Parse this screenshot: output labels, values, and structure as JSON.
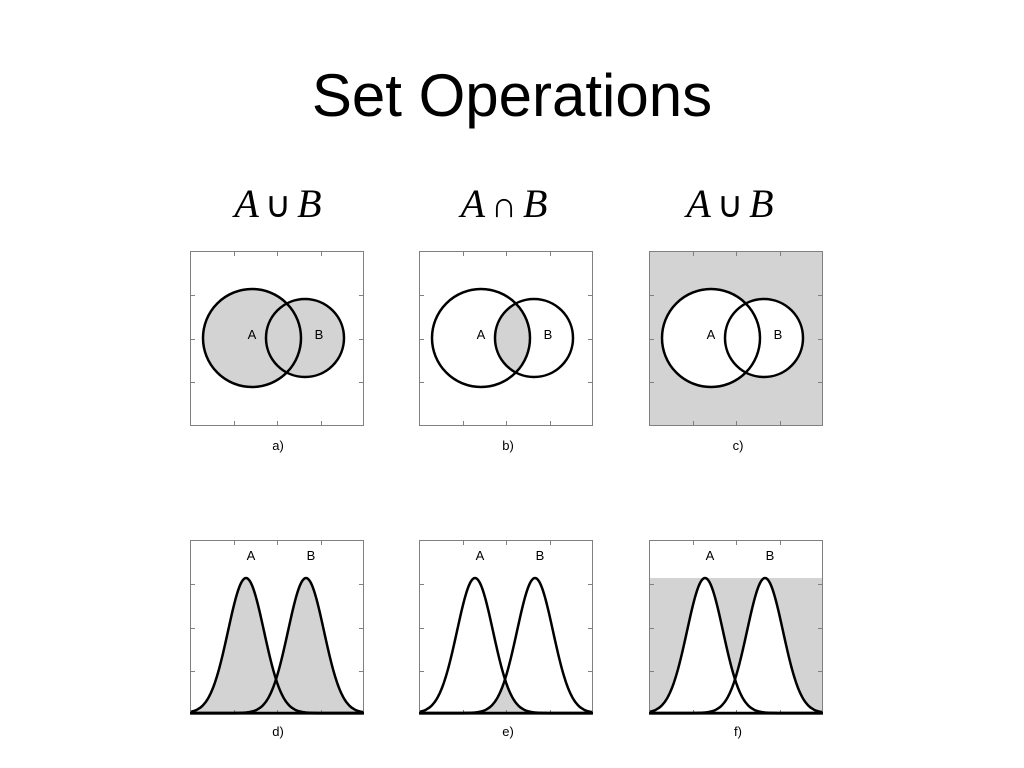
{
  "title": "Set Operations",
  "formulas": [
    {
      "left": "A",
      "op": "∪",
      "right": "B"
    },
    {
      "left": "A",
      "op": "∩",
      "right": "B"
    },
    {
      "left": "A",
      "op": "∪",
      "right": "B"
    }
  ],
  "set_labels": {
    "a": "A",
    "b": "B"
  },
  "captions": [
    "a)",
    "b)",
    "c)",
    "d)",
    "e)",
    "f)"
  ],
  "colors": {
    "shade": "#d3d3d3",
    "outline": "#000000",
    "frame": "#808080"
  },
  "panels": [
    {
      "kind": "venn",
      "shading": "union"
    },
    {
      "kind": "venn",
      "shading": "intersection"
    },
    {
      "kind": "venn",
      "shading": "complement"
    },
    {
      "kind": "fuzzy",
      "shading": "union"
    },
    {
      "kind": "fuzzy",
      "shading": "intersection"
    },
    {
      "kind": "fuzzy",
      "shading": "complement"
    }
  ]
}
